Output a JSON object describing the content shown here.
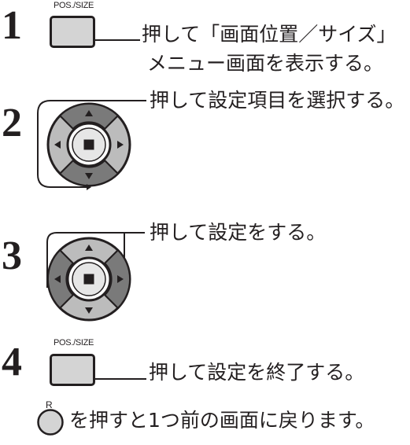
{
  "steps": [
    {
      "number": "1",
      "button_label": "POS./SIZE",
      "button_icon": "rectangular-button",
      "text_line1": "押して「画面位置／サイズ」",
      "text_line2": "メニュー画面を表示する。"
    },
    {
      "number": "2",
      "button_icon": "directional-pad-up-down",
      "text_line1": "押して設定項目を選択する。"
    },
    {
      "number": "3",
      "button_icon": "directional-pad-left-right",
      "text_line1": "押して設定をする。"
    },
    {
      "number": "4",
      "button_label": "POS./SIZE",
      "button_icon": "rectangular-button",
      "text_line1": "押して設定を終了する。"
    }
  ],
  "note": {
    "button_label": "R",
    "button_icon": "round-button",
    "text": "を押すと1つ前の画面に戻ります。"
  },
  "colors": {
    "ink": "#231f20",
    "button_fill": "#d4d4d4",
    "dpad_ring": "#bcbcbc",
    "dpad_highlight": "#7a7a7a"
  }
}
